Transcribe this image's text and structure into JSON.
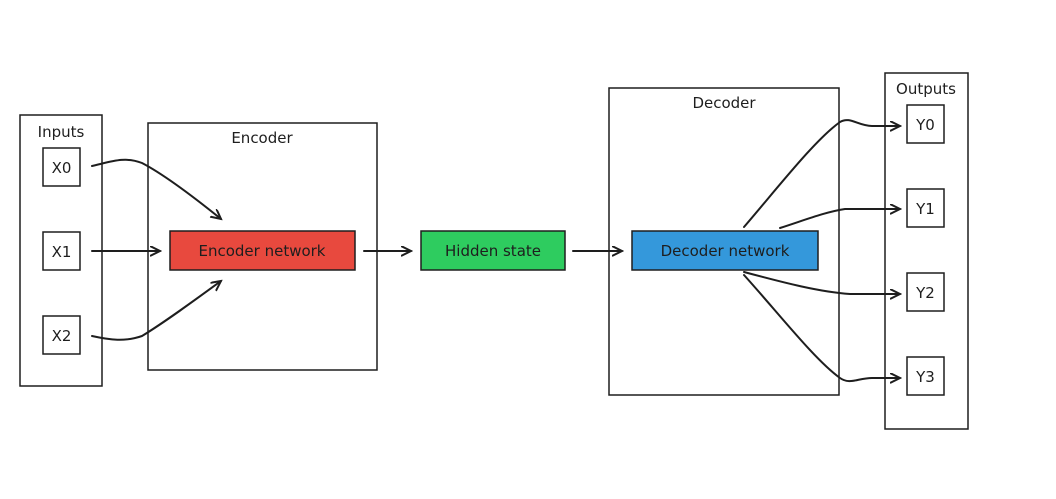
{
  "inputs": {
    "title": "Inputs",
    "items": [
      "X0",
      "X1",
      "X2"
    ]
  },
  "encoder": {
    "title": "Encoder",
    "network_label": "Encoder network",
    "color": "#e8493e"
  },
  "hidden": {
    "label": "Hidden state",
    "color": "#2ecc5f"
  },
  "decoder": {
    "title": "Decoder",
    "network_label": "Decoder network",
    "color": "#3498db"
  },
  "outputs": {
    "title": "Outputs",
    "items": [
      "Y0",
      "Y1",
      "Y2",
      "Y3"
    ]
  }
}
